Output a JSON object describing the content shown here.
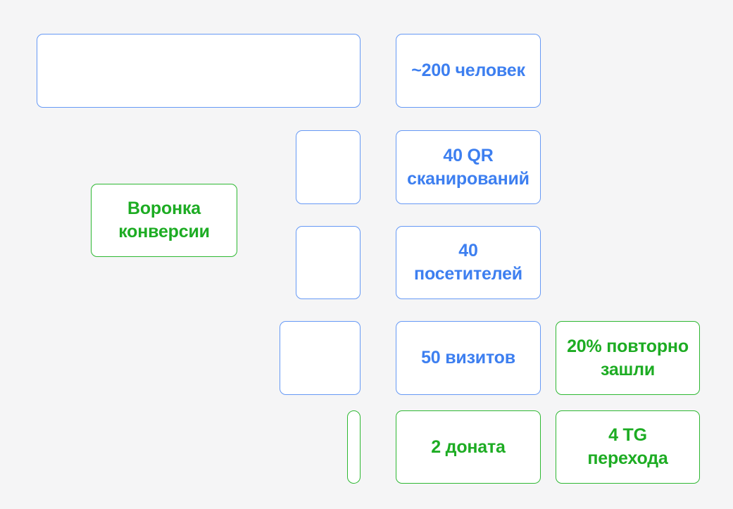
{
  "colors": {
    "background": "#f5f5f6",
    "box_fill": "#ffffff",
    "blue_border": "#6699f5",
    "blue_text": "#3d7ff0",
    "green_border": "#2eb832",
    "green_text": "#1dac23"
  },
  "nodes": {
    "blank_wide": {
      "label": ""
    },
    "audience": {
      "label": "~200 человек"
    },
    "blank_qr": {
      "label": ""
    },
    "qr_scans": {
      "label": "40 QR\nсканирований"
    },
    "funnel_title": {
      "label": "Воронка\nконверсии"
    },
    "blank_visitors": {
      "label": ""
    },
    "visitors": {
      "label": "40\nпосетителей"
    },
    "blank_visits": {
      "label": ""
    },
    "visits": {
      "label": "50 визитов"
    },
    "repeat_visits": {
      "label": "20% повторно\nзашли"
    },
    "blank_thin": {
      "label": ""
    },
    "donations": {
      "label": "2 доната"
    },
    "tg_clicks": {
      "label": "4 TG\nперехода"
    }
  }
}
